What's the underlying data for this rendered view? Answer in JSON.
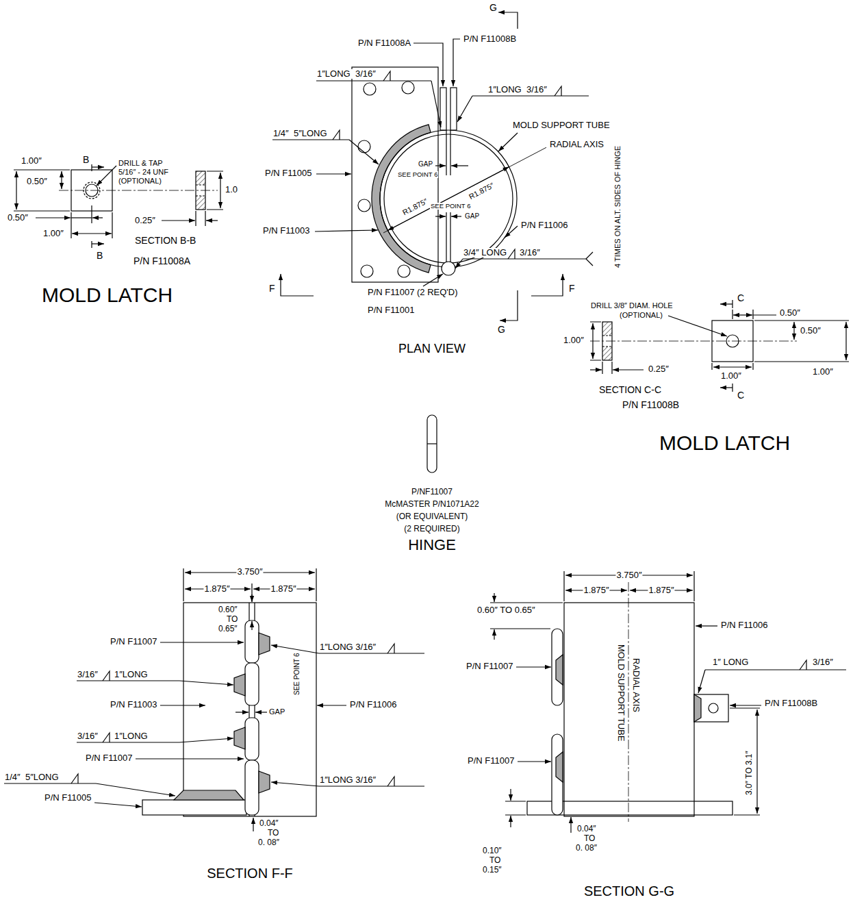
{
  "diagram": {
    "labels": [
      "G",
      "P/N F11008A",
      "P/N F11008B",
      "1″LONG  3/16″",
      "1″LONG  3/16″",
      "MOLD SUPPORT TUBE",
      "RADIAL AXIS",
      "1/4″  5″LONG",
      "GAP",
      "SEE POINT 6",
      "R1.875″",
      "R1.875″",
      "SEE POINT 6",
      "GAP",
      "P/N F11005",
      "P/N F11003",
      "P/N F11006",
      "3/4″ LONG",
      "3/16″",
      "4 TIMES ON ALT. SIDES OF HINGE",
      "F",
      "F",
      "P/N F11007 (2 REQ'D)",
      "P/N F11001",
      "G",
      "PLAN VIEW",
      "1.00″",
      "B",
      "DRILL & TAP",
      "5/16″ - 24 UNF",
      "(OPTIONAL)",
      "0.50″",
      "1.0",
      "0.50″",
      "0.25″",
      "1.00″",
      "SECTION B-B",
      "B",
      "P/N F11008A",
      "MOLD LATCH",
      "DRILL 3/8″ DIAM. HOLE",
      "(OPTIONAL)",
      "C",
      "0.50″",
      "0.50″",
      "1.00″",
      "0.25″",
      "1.00″",
      "1.00″",
      "SECTION C-C",
      "C",
      "P/N F11008B",
      "MOLD LATCH",
      "P/NF11007",
      "McMASTER P/N1071A22",
      "(OR EQUIVALENT)",
      "(2 REQUIRED)",
      "HINGE",
      "3.750″",
      "1.875″",
      "1.875″",
      "0.60″",
      "TO",
      "0.65″",
      "P/N F11007",
      "1″LONG 3/16″",
      "3/16″",
      "1″LONG",
      "P/N F11003",
      "GAP",
      "SEE POINT 6",
      "P/N F11006",
      "3/16″",
      "1″LONG",
      "P/N F11007",
      "1″LONG 3/16″",
      "1/4″  5″LONG",
      "P/N F11005",
      "0.04″",
      "TO",
      "0. 08″",
      "SECTION F-F",
      "3.750″",
      "1.875″",
      "1.875″",
      "0.60″ TO 0.65″",
      "P/N F11006",
      "MOLD SUPPORT TUBE",
      "RADIAL AXIS",
      "P/N F11007",
      "1″ LONG",
      "3/16″",
      "P/N F11008B",
      "3.0″ TO 3.1″",
      "P/N F11007",
      "0.10″",
      "TO",
      "0.15″",
      "0.04″",
      "TO",
      "0. 08″",
      "SECTION G-G"
    ]
  }
}
